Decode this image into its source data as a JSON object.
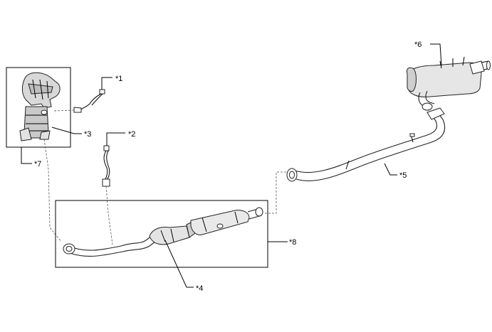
{
  "callouts": {
    "c1": "*1",
    "c2": "*2",
    "c3": "*3",
    "c4": "*4",
    "c5": "*5",
    "c6": "*6",
    "c7": "*7",
    "c8": "*8"
  }
}
